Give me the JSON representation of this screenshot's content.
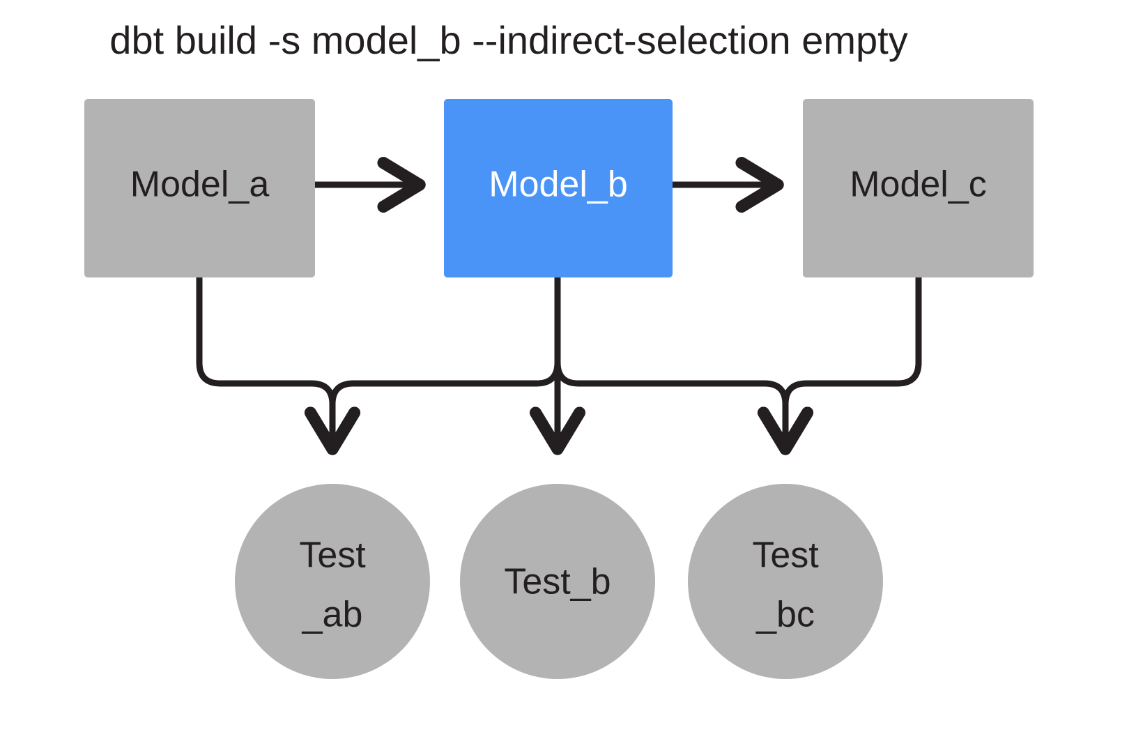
{
  "diagram": {
    "title": "dbt build -s model_b --indirect-selection empty",
    "background_color": "#ffffff",
    "palette": {
      "node_gray": "#b3b3b3",
      "node_selected_blue": "#4a94f8",
      "edge_black": "#231f20",
      "text_dark": "#231f20",
      "text_light": "#ffffff"
    },
    "models": [
      {
        "id": "model_a",
        "label": "Model_a",
        "shape": "rectangle",
        "fill": "#b3b3b3",
        "text_color": "#231f20",
        "selected": false
      },
      {
        "id": "model_b",
        "label": "Model_b",
        "shape": "rectangle",
        "fill": "#4a94f8",
        "text_color": "#ffffff",
        "selected": true
      },
      {
        "id": "model_c",
        "label": "Model_c",
        "shape": "rectangle",
        "fill": "#b3b3b3",
        "text_color": "#231f20",
        "selected": false
      }
    ],
    "tests": [
      {
        "id": "test_ab",
        "label_line1": "Test",
        "label_line2": "_ab",
        "shape": "circle",
        "fill": "#b3b3b3",
        "text_color": "#231f20",
        "selected": false
      },
      {
        "id": "test_b",
        "label_line1": "Test_b",
        "label_line2": "",
        "shape": "circle",
        "fill": "#b3b3b3",
        "text_color": "#231f20",
        "selected": false
      },
      {
        "id": "test_bc",
        "label_line1": "Test",
        "label_line2": "_bc",
        "shape": "circle",
        "fill": "#b3b3b3",
        "text_color": "#231f20",
        "selected": false
      }
    ],
    "edges": [
      {
        "from": "model_a",
        "to": "model_b",
        "kind": "horizontal-arrow"
      },
      {
        "from": "model_b",
        "to": "model_c",
        "kind": "horizontal-arrow"
      },
      {
        "from": "model_a",
        "to": "test_ab",
        "kind": "elbow-arrow"
      },
      {
        "from": "model_b",
        "to": "test_ab",
        "kind": "elbow-arrow"
      },
      {
        "from": "model_b",
        "to": "test_b",
        "kind": "straight-arrow"
      },
      {
        "from": "model_b",
        "to": "test_bc",
        "kind": "elbow-arrow"
      },
      {
        "from": "model_c",
        "to": "test_bc",
        "kind": "elbow-arrow"
      }
    ]
  }
}
